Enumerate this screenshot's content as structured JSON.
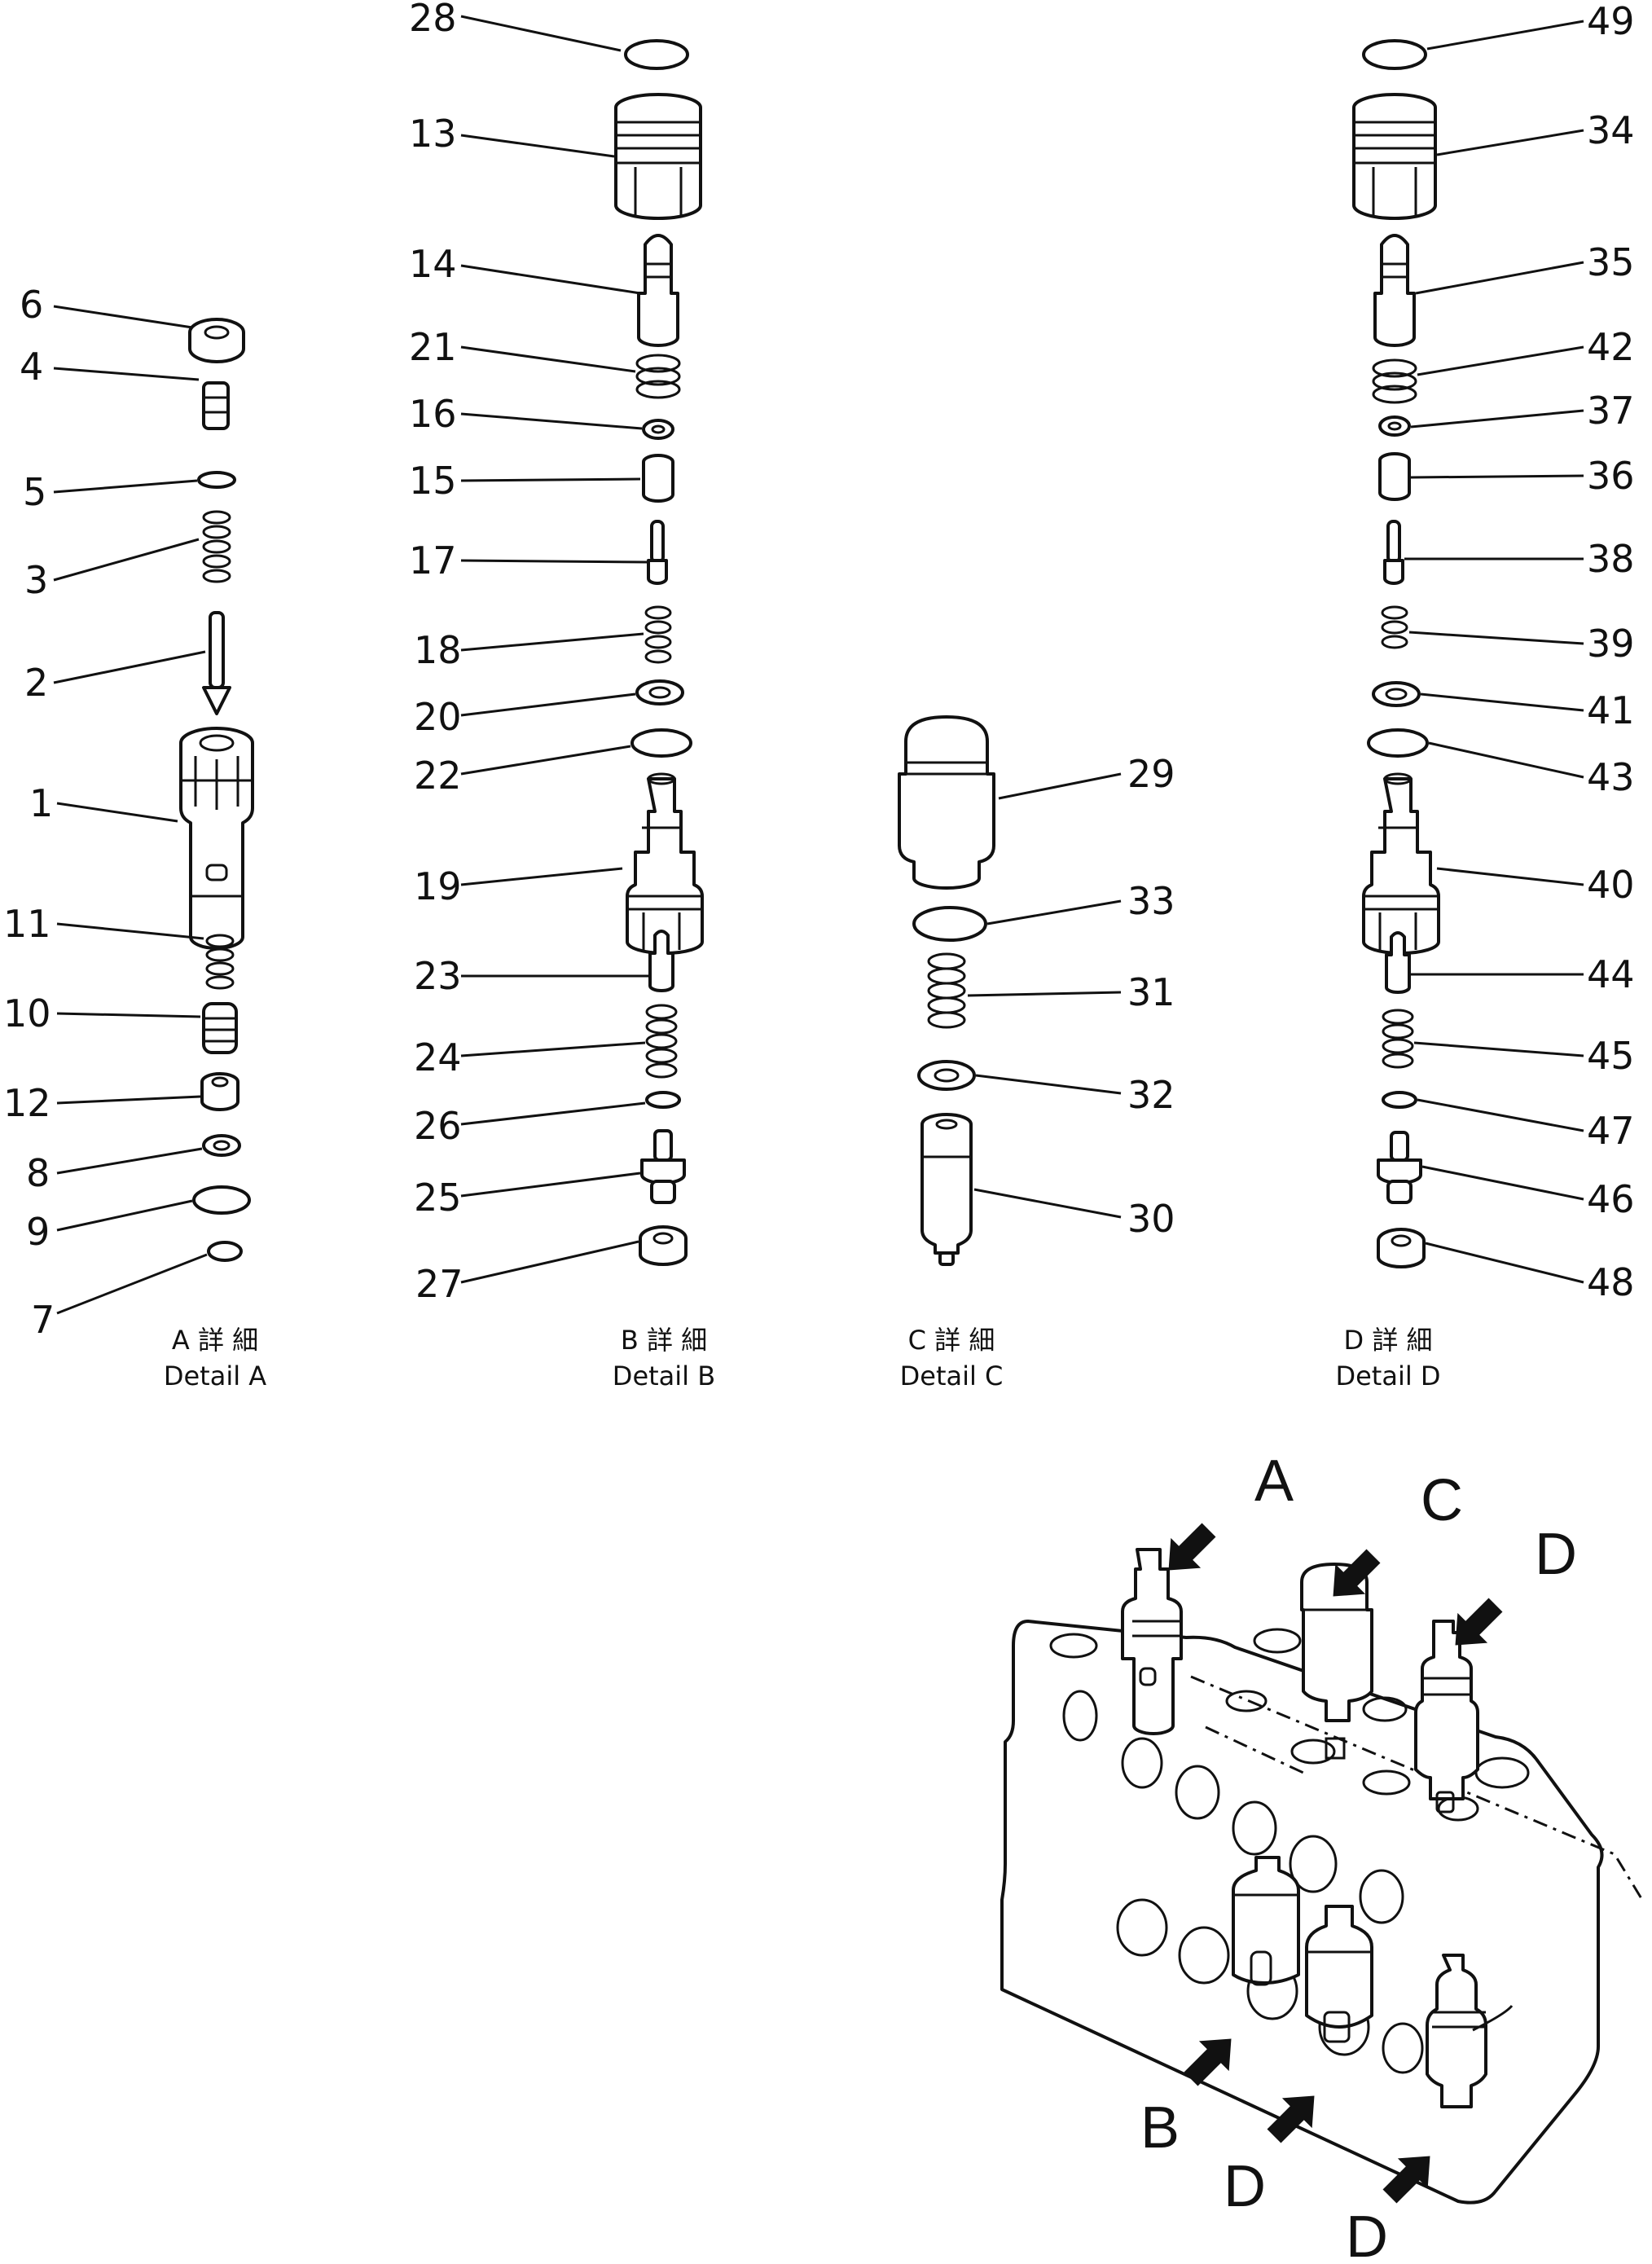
{
  "callouts": [
    {
      "num": "1"
    },
    {
      "num": "2"
    },
    {
      "num": "3"
    },
    {
      "num": "4"
    },
    {
      "num": "5"
    },
    {
      "num": "6"
    },
    {
      "num": "7"
    },
    {
      "num": "8"
    },
    {
      "num": "9"
    },
    {
      "num": "10"
    },
    {
      "num": "11"
    },
    {
      "num": "12"
    },
    {
      "num": "13"
    },
    {
      "num": "14"
    },
    {
      "num": "15"
    },
    {
      "num": "16"
    },
    {
      "num": "17"
    },
    {
      "num": "18"
    },
    {
      "num": "19"
    },
    {
      "num": "20"
    },
    {
      "num": "21"
    },
    {
      "num": "22"
    },
    {
      "num": "23"
    },
    {
      "num": "24"
    },
    {
      "num": "25"
    },
    {
      "num": "26"
    },
    {
      "num": "27"
    },
    {
      "num": "28"
    },
    {
      "num": "29"
    },
    {
      "num": "30"
    },
    {
      "num": "31"
    },
    {
      "num": "32"
    },
    {
      "num": "33"
    },
    {
      "num": "34"
    },
    {
      "num": "35"
    },
    {
      "num": "36"
    },
    {
      "num": "37"
    },
    {
      "num": "38"
    },
    {
      "num": "39"
    },
    {
      "num": "40"
    },
    {
      "num": "41"
    },
    {
      "num": "42"
    },
    {
      "num": "43"
    },
    {
      "num": "44"
    },
    {
      "num": "45"
    },
    {
      "num": "46"
    },
    {
      "num": "47"
    },
    {
      "num": "48"
    },
    {
      "num": "49"
    }
  ],
  "details": {
    "a": {
      "jp": "A 詳 細",
      "en": "Detail  A"
    },
    "b": {
      "jp": "B 詳 細",
      "en": "Detail  B"
    },
    "c": {
      "jp": "C 詳 細",
      "en": "Detail  C"
    },
    "d": {
      "jp": "D 詳 細",
      "en": "Detail  D"
    }
  },
  "assembly_markers": {
    "a": "A",
    "c": "C",
    "d_top": "D",
    "b": "B",
    "d_mid": "D",
    "d_bottom": "D"
  }
}
